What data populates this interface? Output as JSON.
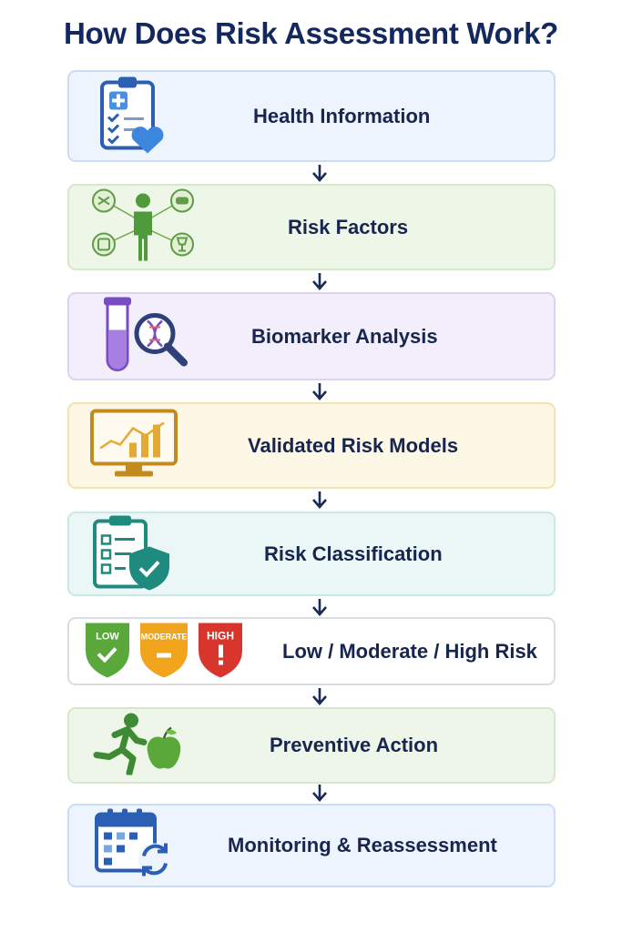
{
  "title": "How Does Risk Assessment Work?",
  "steps": [
    {
      "label": "Health Information",
      "icon": "clipboard-heart-icon"
    },
    {
      "label": "Risk Factors",
      "icon": "person-lifestyle-icon"
    },
    {
      "label": "Biomarker Analysis",
      "icon": "test-tube-dna-icon"
    },
    {
      "label": "Validated Risk Models",
      "icon": "monitor-chart-icon"
    },
    {
      "label": "Risk Classification",
      "icon": "clipboard-shield-icon"
    },
    {
      "label": "Low / Moderate / High Risk",
      "icon": "risk-shields-icon",
      "badges": [
        "LOW",
        "MODERATE",
        "HIGH"
      ]
    },
    {
      "label": "Preventive Action",
      "icon": "runner-apple-icon"
    },
    {
      "label": "Monitoring & Reassessment",
      "icon": "calendar-refresh-icon"
    }
  ],
  "colors": {
    "title": "#13285e",
    "arrow": "#1a2a56",
    "low": "#5aa83a",
    "moderate": "#f0a51c",
    "high": "#d8362c"
  }
}
